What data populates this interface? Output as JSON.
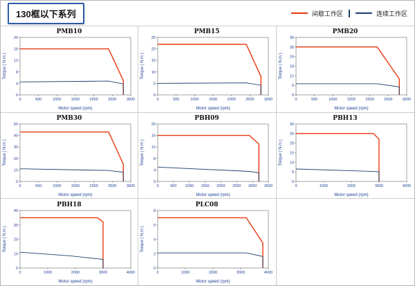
{
  "header": {
    "title": "130框以下系列"
  },
  "legend": {
    "items": [
      {
        "label": "间歇工作区",
        "color": "#e8380d"
      },
      {
        "label": "连续工作区",
        "color": "#1b3d6e"
      }
    ]
  },
  "chart_data": [
    {
      "type": "line",
      "title": "PMB10",
      "xlabel": "Motor speed (rpm)",
      "ylabel": "Torque ( N.m )",
      "xlim": [
        0,
        3000
      ],
      "ylim": [
        0,
        20
      ],
      "xticks": [
        0,
        500,
        1000,
        1500,
        2000,
        2500,
        3000
      ],
      "yticks": [
        0,
        4,
        8,
        12,
        16,
        20
      ],
      "series": [
        {
          "name": "间歇工作区",
          "color": "#e8380d",
          "points": [
            [
              0,
              16
            ],
            [
              2400,
              16
            ],
            [
              2800,
              5
            ],
            [
              2800,
              0
            ]
          ]
        },
        {
          "name": "连续工作区",
          "color": "#1b3d6e",
          "points": [
            [
              0,
              4.5
            ],
            [
              2400,
              4.8
            ],
            [
              2800,
              3.8
            ],
            [
              2800,
              0
            ]
          ]
        }
      ]
    },
    {
      "type": "line",
      "title": "PMB15",
      "xlabel": "Motor speed (rpm)",
      "ylabel": "Torque ( N.m )",
      "xlim": [
        0,
        3000
      ],
      "ylim": [
        0,
        25
      ],
      "xticks": [
        0,
        500,
        1000,
        1500,
        2000,
        2500,
        3000
      ],
      "yticks": [
        0,
        5,
        10,
        15,
        20,
        25
      ],
      "series": [
        {
          "name": "间歇工作区",
          "color": "#e8380d",
          "points": [
            [
              0,
              22
            ],
            [
              2400,
              22
            ],
            [
              2800,
              8
            ],
            [
              2800,
              0
            ]
          ]
        },
        {
          "name": "连续工作区",
          "color": "#1b3d6e",
          "points": [
            [
              0,
              5
            ],
            [
              2400,
              5.2
            ],
            [
              2800,
              4.2
            ],
            [
              2800,
              0
            ]
          ]
        }
      ]
    },
    {
      "type": "line",
      "title": "PMB20",
      "xlabel": "Motor speed (rpm)",
      "ylabel": "Torque ( N.m )",
      "xlim": [
        0,
        3000
      ],
      "ylim": [
        0,
        36
      ],
      "xticks": [
        0,
        500,
        1000,
        1500,
        2000,
        2500,
        3000
      ],
      "yticks": [
        0,
        6,
        12,
        18,
        24,
        30,
        36
      ],
      "series": [
        {
          "name": "间歇工作区",
          "color": "#e8380d",
          "points": [
            [
              0,
              30
            ],
            [
              2200,
              30
            ],
            [
              2800,
              10
            ],
            [
              2800,
              0
            ]
          ]
        },
        {
          "name": "连续工作区",
          "color": "#1b3d6e",
          "points": [
            [
              0,
              7
            ],
            [
              2200,
              7
            ],
            [
              2800,
              5
            ],
            [
              2800,
              0
            ]
          ]
        }
      ]
    },
    {
      "type": "line",
      "title": "PMB30",
      "xlabel": "Motor speed (rpm)",
      "ylabel": "Torque ( N.m )",
      "xlim": [
        0,
        3000
      ],
      "ylim": [
        0,
        50
      ],
      "xticks": [
        0,
        500,
        1000,
        1500,
        2000,
        2500,
        3000
      ],
      "yticks": [
        0,
        10,
        20,
        30,
        40,
        50
      ],
      "series": [
        {
          "name": "间歇工作区",
          "color": "#e8380d",
          "points": [
            [
              0,
              43
            ],
            [
              2400,
              43
            ],
            [
              2800,
              15
            ],
            [
              2800,
              0
            ]
          ]
        },
        {
          "name": "连续工作区",
          "color": "#1b3d6e",
          "points": [
            [
              0,
              11
            ],
            [
              2400,
              9.5
            ],
            [
              2800,
              8
            ],
            [
              2800,
              0
            ]
          ]
        }
      ]
    },
    {
      "type": "line",
      "title": "PBH09",
      "xlabel": "Motor speed (rpm)",
      "ylabel": "Torque ( N.m )",
      "xlim": [
        0,
        3500
      ],
      "ylim": [
        0,
        20
      ],
      "xticks": [
        0,
        500,
        1000,
        1500,
        2000,
        2500,
        3000,
        3500
      ],
      "yticks": [
        0,
        4,
        8,
        12,
        16,
        20
      ],
      "series": [
        {
          "name": "间歇工作区",
          "color": "#e8380d",
          "points": [
            [
              0,
              16
            ],
            [
              2900,
              16
            ],
            [
              3200,
              13
            ],
            [
              3200,
              0
            ]
          ]
        },
        {
          "name": "连续工作区",
          "color": "#1b3d6e",
          "points": [
            [
              0,
              5
            ],
            [
              2900,
              3.5
            ],
            [
              3200,
              3
            ],
            [
              3200,
              0
            ]
          ]
        }
      ]
    },
    {
      "type": "line",
      "title": "PBH13",
      "xlabel": "Motor speed (rpm)",
      "ylabel": "Torque ( N.m )",
      "xlim": [
        0,
        4000
      ],
      "ylim": [
        0,
        30
      ],
      "xticks": [
        0,
        1000,
        2000,
        3000,
        4000
      ],
      "yticks": [
        0,
        5,
        10,
        15,
        20,
        25,
        30
      ],
      "series": [
        {
          "name": "间歇工作区",
          "color": "#e8380d",
          "points": [
            [
              0,
              25
            ],
            [
              2800,
              25
            ],
            [
              3000,
              22
            ],
            [
              3000,
              0
            ]
          ]
        },
        {
          "name": "连续工作区",
          "color": "#1b3d6e",
          "points": [
            [
              0,
              6.5
            ],
            [
              2800,
              5.2
            ],
            [
              3000,
              5
            ],
            [
              3000,
              0
            ]
          ]
        }
      ]
    },
    {
      "type": "line",
      "title": "PBH18",
      "xlabel": "Motor speed (rpm)",
      "ylabel": "Torque ( N.m )",
      "xlim": [
        0,
        4000
      ],
      "ylim": [
        0,
        40
      ],
      "xticks": [
        0,
        1000,
        2000,
        3000,
        4000
      ],
      "yticks": [
        0,
        10,
        20,
        30,
        40
      ],
      "series": [
        {
          "name": "间歇工作区",
          "color": "#e8380d",
          "points": [
            [
              0,
              35
            ],
            [
              2800,
              35
            ],
            [
              3000,
              32
            ],
            [
              3000,
              0
            ]
          ]
        },
        {
          "name": "连续工作区",
          "color": "#1b3d6e",
          "points": [
            [
              0,
              11
            ],
            [
              1800,
              8.5
            ],
            [
              3000,
              6
            ],
            [
              3000,
              0
            ]
          ]
        }
      ]
    },
    {
      "type": "line",
      "title": "PLC08",
      "xlabel": "Motor speed (rpm)",
      "ylabel": "Torque ( N.m )",
      "xlim": [
        0,
        4000
      ],
      "ylim": [
        0,
        8
      ],
      "xticks": [
        0,
        1000,
        2000,
        3000,
        4000
      ],
      "yticks": [
        0,
        2,
        4,
        6,
        8
      ],
      "series": [
        {
          "name": "间歇工作区",
          "color": "#e8380d",
          "points": [
            [
              0,
              7
            ],
            [
              3200,
              7
            ],
            [
              3800,
              3.5
            ],
            [
              3800,
              0
            ]
          ]
        },
        {
          "name": "连续工作区",
          "color": "#1b3d6e",
          "points": [
            [
              0,
              2.1
            ],
            [
              3200,
              2.1
            ],
            [
              3800,
              1.6
            ],
            [
              3800,
              0
            ]
          ]
        }
      ]
    }
  ]
}
